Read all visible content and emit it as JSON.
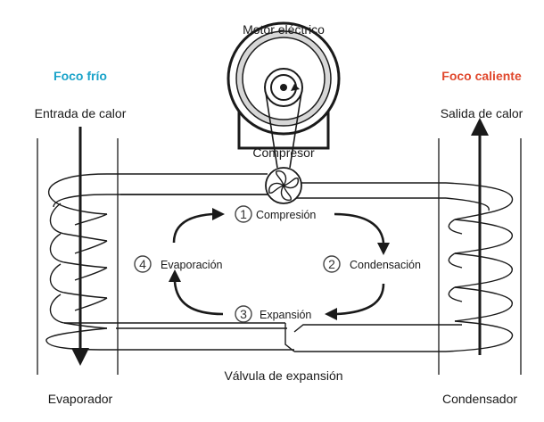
{
  "labels": {
    "motor": "Motor eléctrico",
    "compressor": "Compresor",
    "cold_focus": "Foco frío",
    "hot_focus": "Foco caliente",
    "heat_in": "Entrada de calor",
    "heat_out": "Salida de calor",
    "expansion_valve": "Válvula de expansión",
    "evaporator": "Evaporador",
    "condenser": "Condensador"
  },
  "steps": [
    {
      "number": "1",
      "label": "Compresión"
    },
    {
      "number": "2",
      "label": "Condensación"
    },
    {
      "number": "3",
      "label": "Expansión"
    },
    {
      "number": "4",
      "label": "Evaporación"
    }
  ],
  "colors": {
    "cold": "#1aa3c9",
    "hot": "#e0482d",
    "line": "#1a1a1a"
  }
}
